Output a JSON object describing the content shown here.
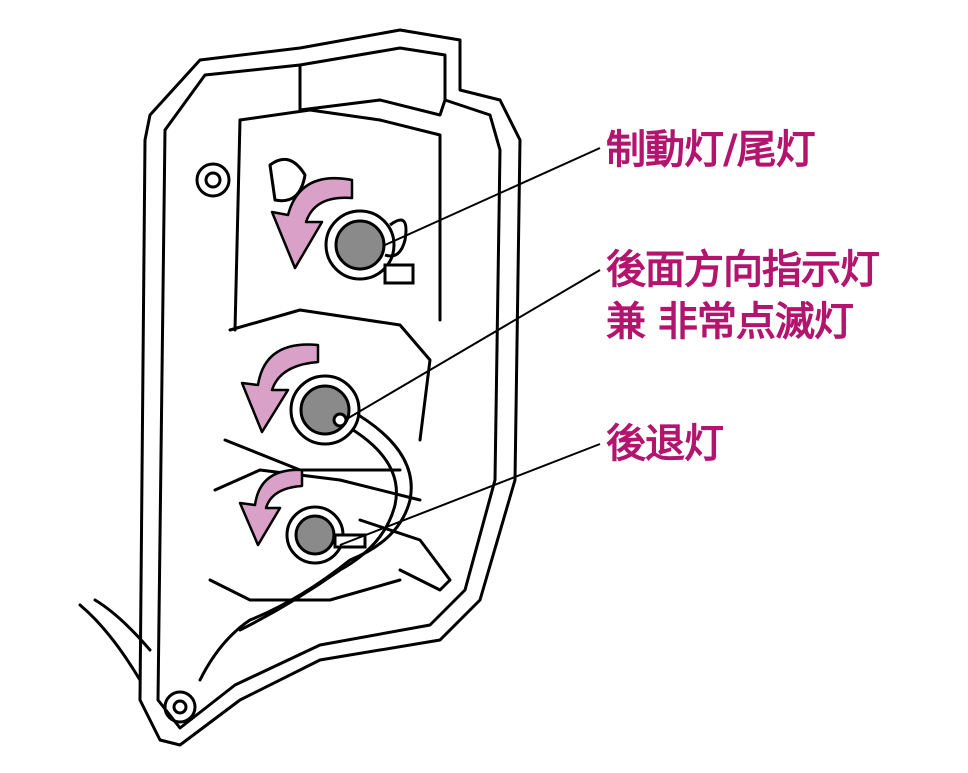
{
  "labels": {
    "brake_tail": "制動灯/尾灯",
    "turn_signal_line1": "後面方向指示灯",
    "turn_signal_line2": "兼 非常点滅灯",
    "reverse": "後退灯"
  },
  "colors": {
    "label_text": "#b2146e",
    "arrow_fill": "#d9a0c8",
    "line": "#000000",
    "socket_fill": "#8a8a8a"
  },
  "icons": {
    "rotation_arrow": "curved-arrow-counterclockwise"
  }
}
